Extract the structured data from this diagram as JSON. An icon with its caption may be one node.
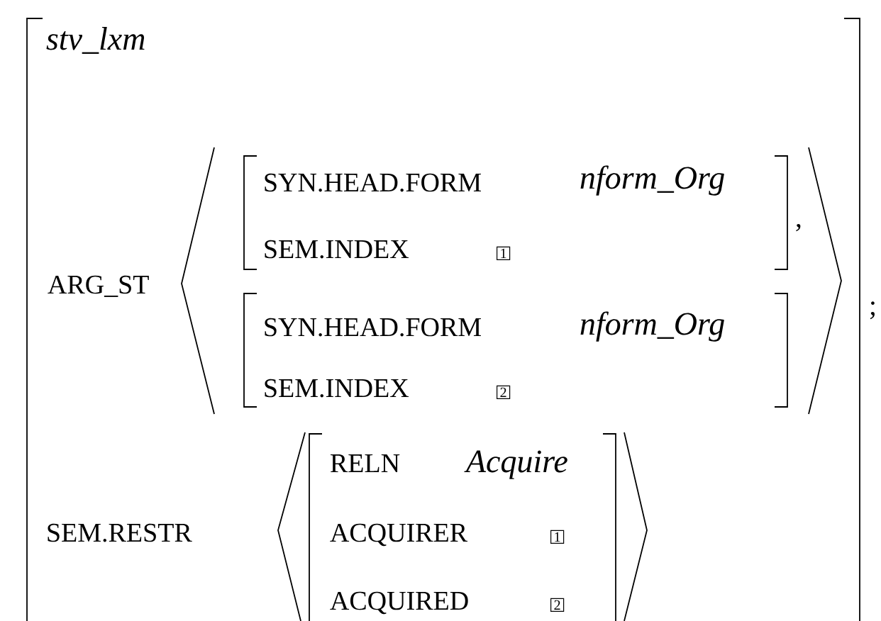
{
  "diagram": {
    "labels": [
      "stv_lxm",
      "ARG_ST",
      "SYN.HEAD.FORM",
      "nform_Org",
      ",",
      "SEM.INDEX",
      "1",
      "SYN.HEAD.FORM",
      "nform_Org",
      "SEM.INDEX",
      "2",
      ";",
      "SEM.RESTR",
      "RELN",
      "Acquire",
      "ACQUIRER",
      "1",
      "ACQUIRED",
      "2"
    ]
  }
}
